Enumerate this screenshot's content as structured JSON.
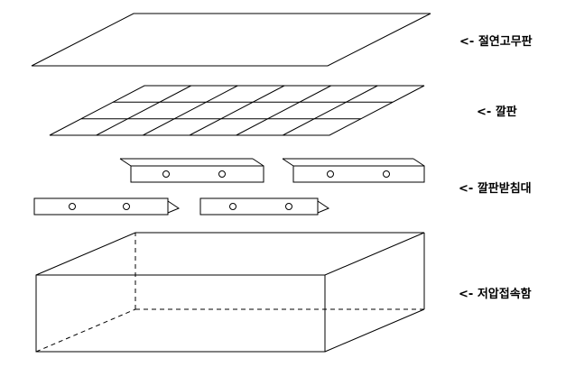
{
  "title": "exploded-assembly-diagram",
  "colors": {
    "line": "#000000",
    "background": "#ffffff"
  },
  "labels": {
    "insulating_rubber_plate": "<- 절연고무판",
    "pallet": "<- 깔판",
    "pallet_support": "<- 깔판받침대",
    "junction_box": "<- 저압접속함"
  }
}
